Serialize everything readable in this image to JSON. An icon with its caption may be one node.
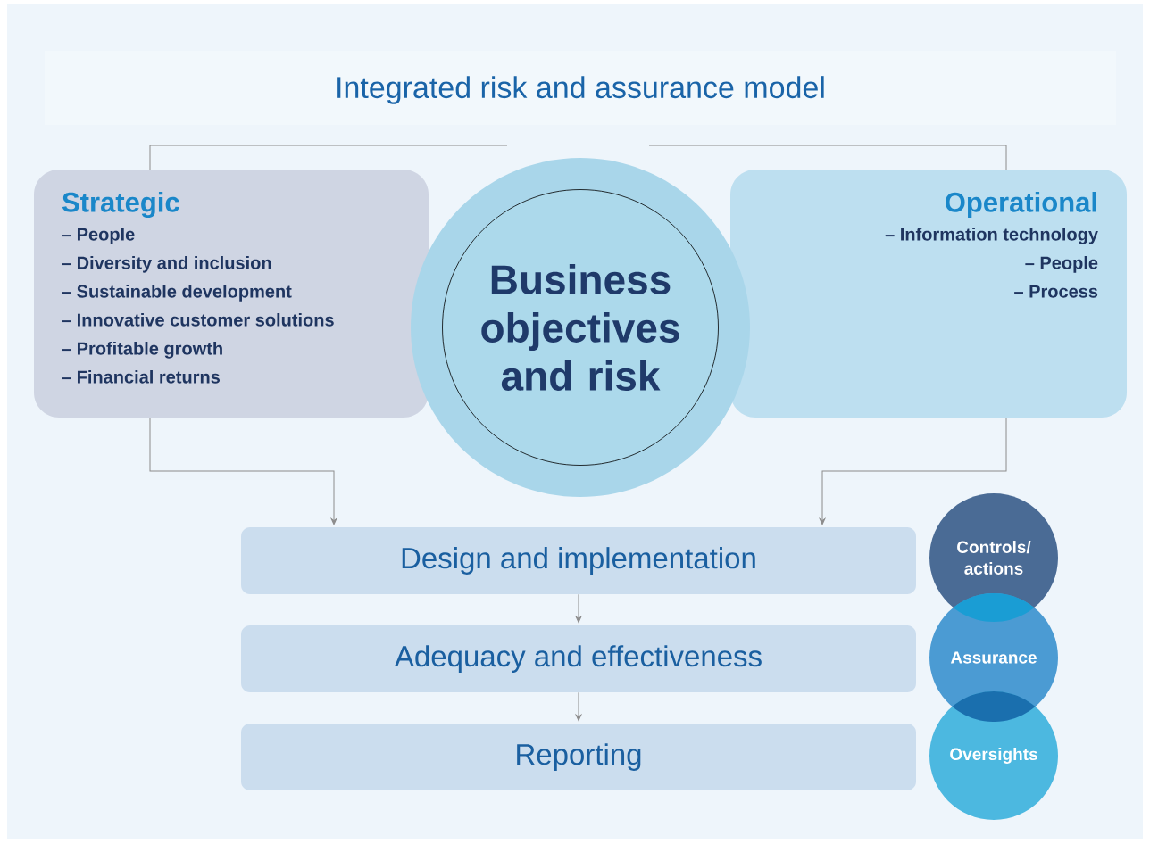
{
  "diagram": {
    "title": "Integrated risk and assurance model",
    "nodes": [
      {
        "text": [
          "Strategic",
          "– People",
          "– Diversity and inclusion",
          "– Sustainable development",
          "– Innovative customer solutions",
          "– Profitable growth",
          "– Financial returns"
        ]
      },
      {
        "text": [
          "Operational",
          "– Information technology",
          "– People",
          "– Process"
        ]
      },
      {
        "text": [],
        "shape": "circle"
      },
      {
        "text": [
          "Business objectives and risk"
        ],
        "in": 2
      },
      {
        "text": [
          "Design and implementation"
        ]
      },
      {
        "text": [
          "Adequacy and effectiveness"
        ]
      },
      {
        "text": [
          "Reporting"
        ]
      },
      {
        "text": [
          "Controls/ actions"
        ]
      },
      {
        "text": [
          "Assurance"
        ]
      },
      {
        "text": [
          "Oversights"
        ]
      }
    ],
    "edges": [
      {
        "from": 0,
        "to": null,
        "arrow": "none"
      },
      {
        "from": 1,
        "to": null,
        "arrow": "none"
      },
      {
        "from": 0,
        "to": 4,
        "arrow": "to"
      },
      {
        "from": 1,
        "to": 4,
        "arrow": "to"
      },
      {
        "from": 4,
        "to": 5,
        "arrow": "to"
      },
      {
        "from": 5,
        "to": 6,
        "arrow": "to"
      }
    ]
  }
}
